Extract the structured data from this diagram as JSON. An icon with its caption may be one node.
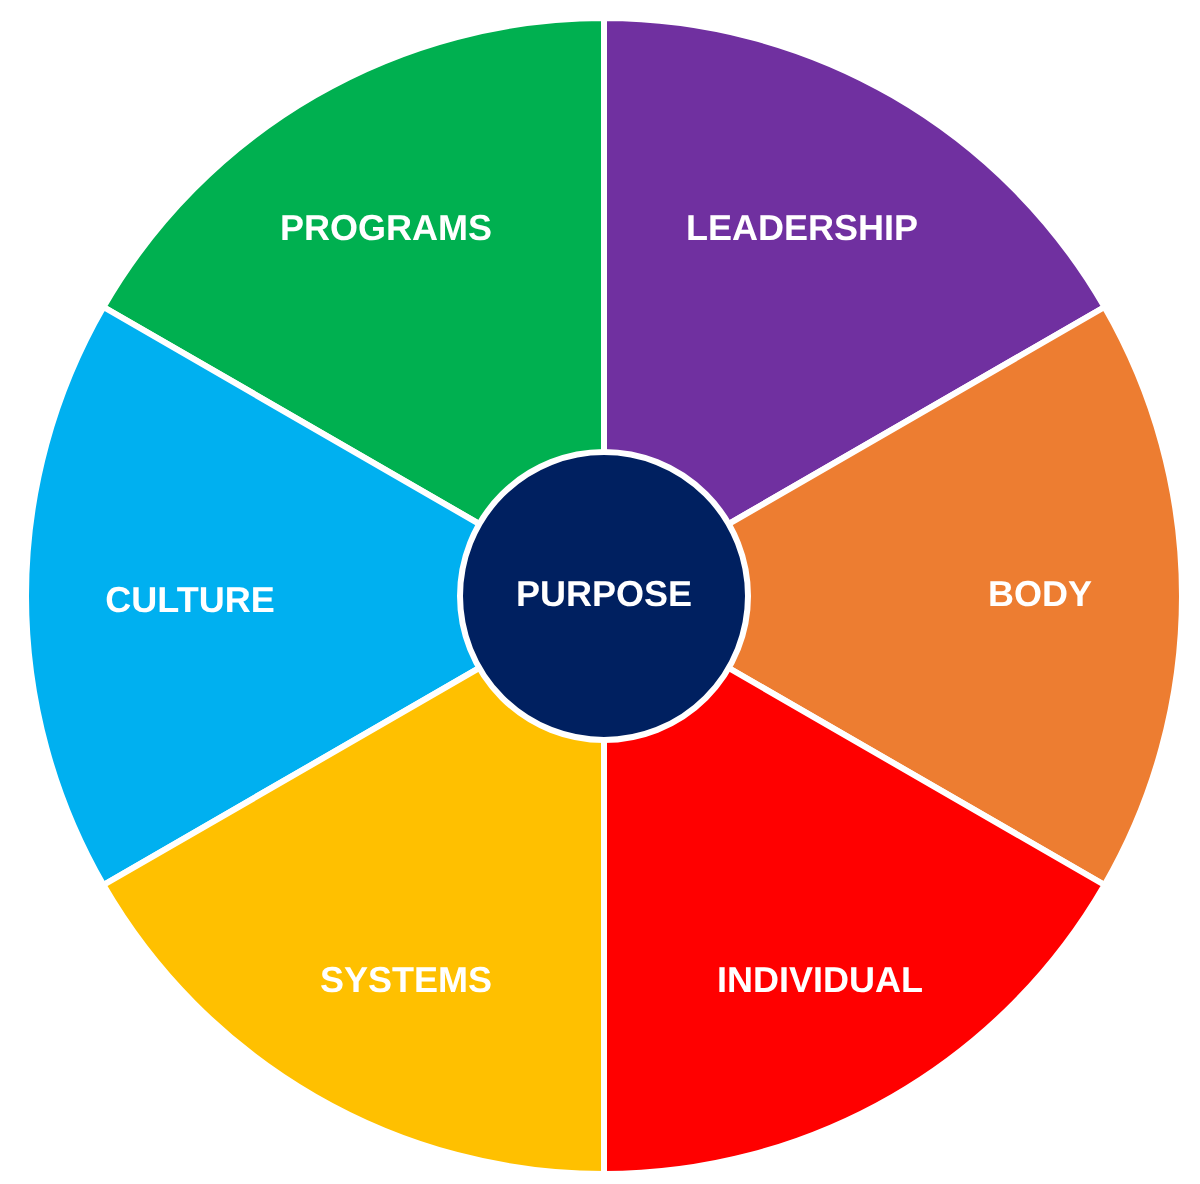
{
  "diagram": {
    "nodes": [
      {
        "text": [
          "PROGRAMS"
        ]
      },
      {
        "text": [
          "LEADERSHIP"
        ]
      },
      {
        "text": [
          "CULTURE"
        ]
      },
      {
        "text": [
          "PURPOSE"
        ]
      },
      {
        "text": [
          "BODY"
        ]
      },
      {
        "text": [
          "SYSTEMS"
        ]
      },
      {
        "text": [
          "INDIVIDUAL"
        ]
      }
    ]
  }
}
